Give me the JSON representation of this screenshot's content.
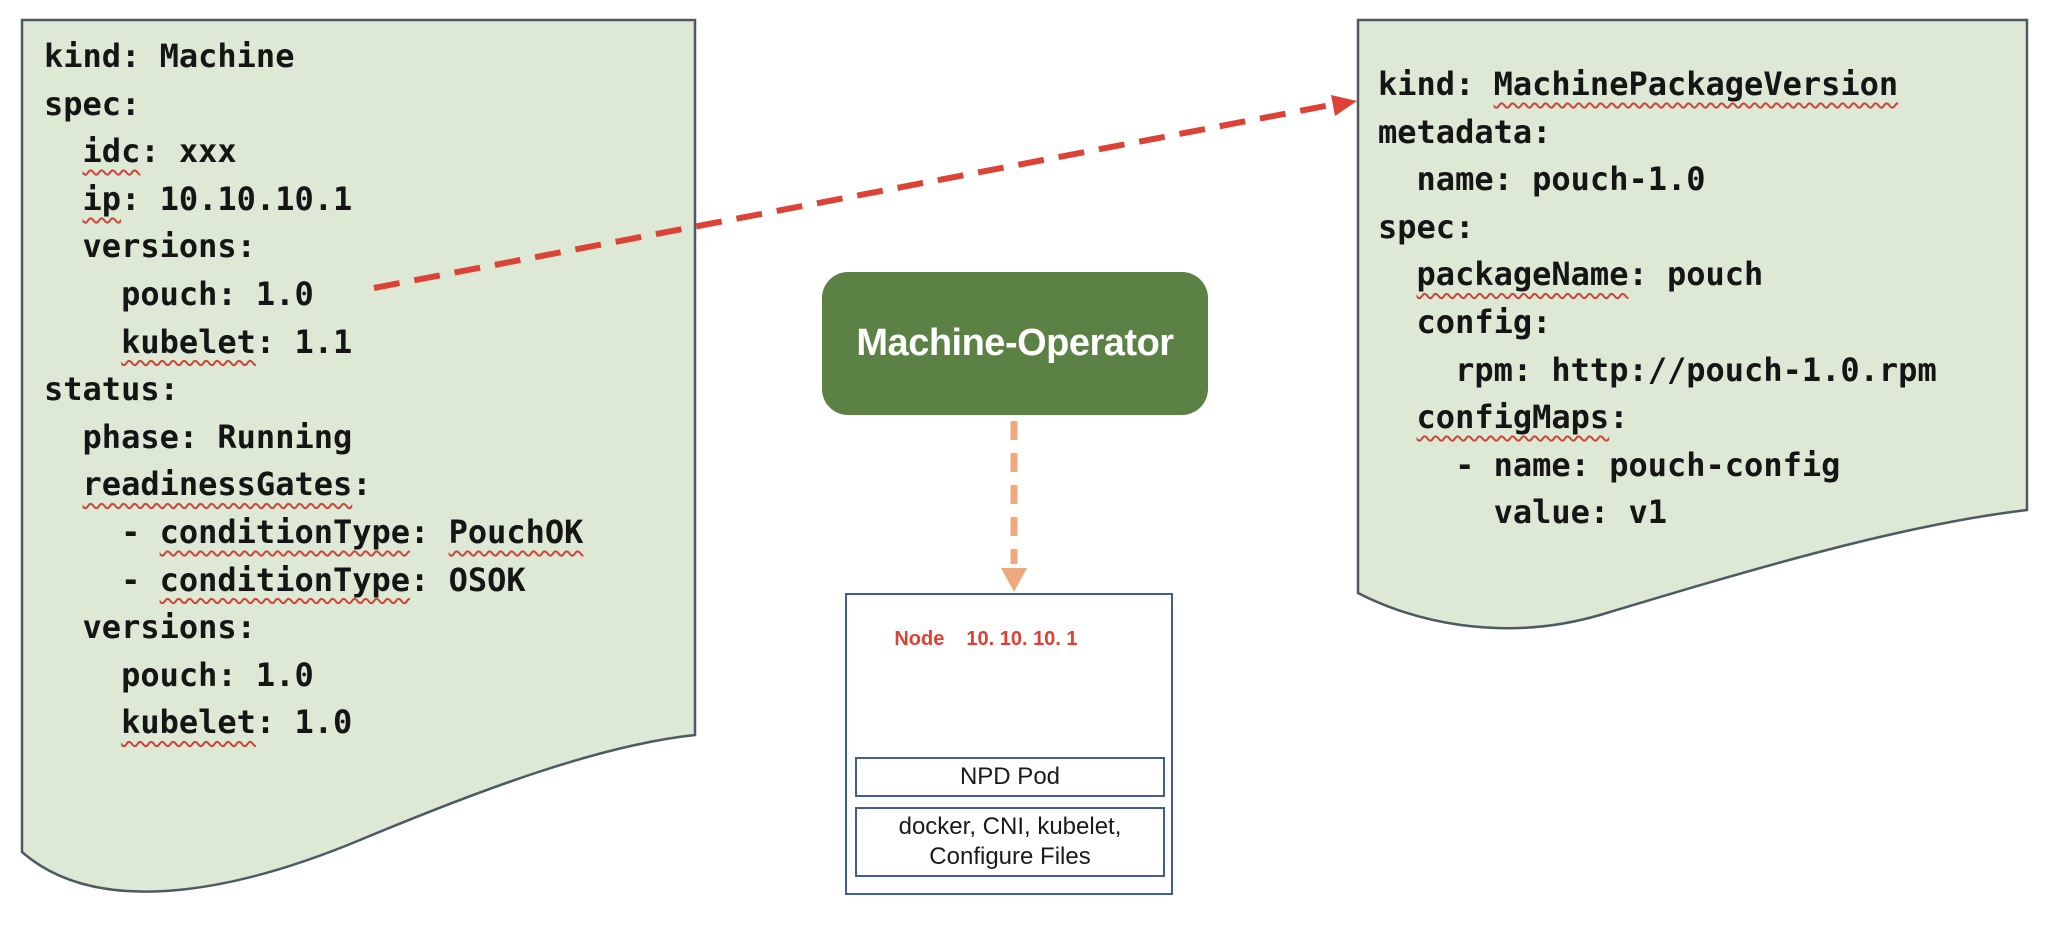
{
  "left_document": {
    "kind": "Machine",
    "lines": [
      "kind: Machine",
      "spec:",
      "  idc: xxx",
      "  ip: 10.10.10.1",
      "  versions:",
      "    pouch: 1.0",
      "    kubelet: 1.1",
      "status:",
      "  phase: Running",
      "  readinessGates:",
      "    - conditionType: PouchOK",
      "    - conditionType: OSOK",
      "  versions:",
      "    pouch: 1.0",
      "    kubelet: 1.0"
    ]
  },
  "right_document": {
    "kind": "MachinePackageVersion",
    "lines": [
      "kind: MachinePackageVersion",
      "metadata:",
      "  name: pouch-1.0",
      "spec:",
      "  packageName: pouch",
      "  config:",
      "    rpm: http://pouch-1.0.rpm",
      "  configMaps:",
      "    - name: pouch-config",
      "      value: v1"
    ]
  },
  "spellcheck": {
    "misspelled_words": [
      "idc",
      "ip",
      "kubelet",
      "readinessGates",
      "conditionType",
      "PouchOK",
      "MachinePackageVersion",
      "packageName",
      "configMaps"
    ]
  },
  "operator_box": {
    "label": "Machine-Operator"
  },
  "node_box": {
    "title": "Node",
    "ip": "10. 10. 10. 1",
    "npd_pod_label": "NPD Pod",
    "runtime_lines": [
      "docker, CNI, kubelet,",
      "Configure Files"
    ]
  },
  "colors": {
    "document_fill": "#dee9d5",
    "document_border": "#4d5964",
    "operator_green": "#5c8144",
    "operator_text": "#ffffff",
    "node_border": "#3f5c9e",
    "node_label_red": "#e23f33",
    "arrow_red": "#dc4336",
    "arrow_orange": "#ecaa7c",
    "misspell_underline": "#cc4539",
    "yaml_text": "#151515"
  }
}
